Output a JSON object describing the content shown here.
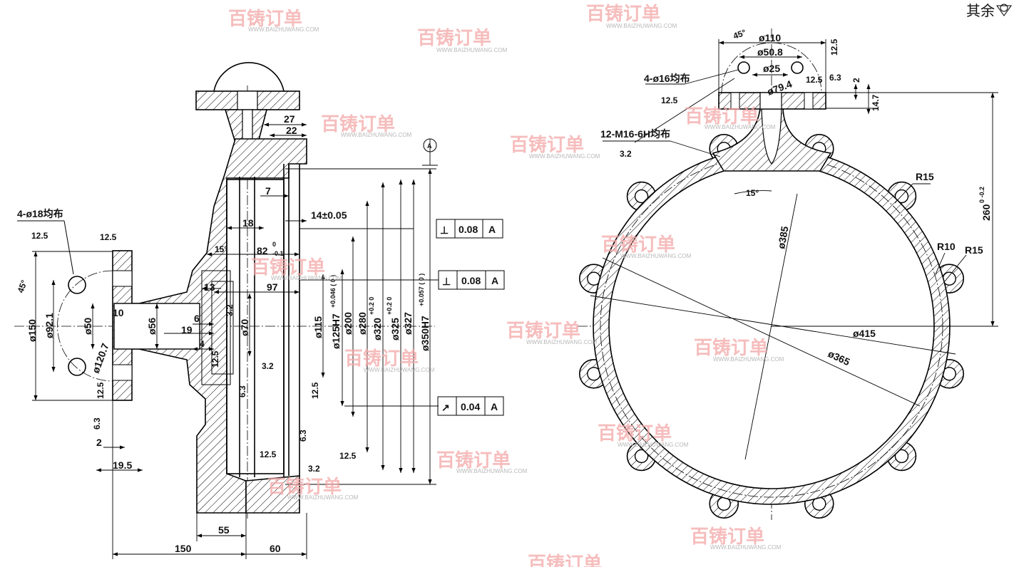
{
  "title_note": "其余",
  "watermark": {
    "brand": "百铸订单",
    "url": "WWW.BAIZHUWANG.COM"
  },
  "datum": "A",
  "section_view": {
    "hole_note": "4-ø18均布",
    "roughness_hole": "12.5",
    "roughness_flange_top": "12.5",
    "roughness_flange_bottom": "12.5",
    "roughness_face": "6.3",
    "angle_45": "45°",
    "d150": "ø150",
    "d92_1": "ø92.1",
    "d50": "ø50",
    "d56": "ø56",
    "d120_7": "ø120.7",
    "dim_10": "10",
    "dim_2": "2",
    "dim_19_5": "19.5",
    "dim_27": "27",
    "dim_22": "22",
    "dim_7": "7",
    "dim_14": "14±0.05",
    "dim_18": "18",
    "dim_15deg": "15°",
    "dim_82": "82",
    "dim_82_tol_upper": "0",
    "dim_82_tol_lower": "-0.1",
    "dim_13": "13",
    "dim_97": "97",
    "dim_6": "6",
    "dim_19": "19",
    "dim_4": "4",
    "d70": "ø70",
    "d115": "ø115",
    "d125": "ø125H7",
    "d125_tol": "+0.046 ( 0 )",
    "d200": "ø200",
    "d280": "ø280",
    "d320": "ø320",
    "d320_tol": "+0.2 0",
    "d325": "ø325",
    "d325_tol": "+0.2 0",
    "d327": "ø327",
    "d350": "ø350H7",
    "d350_tol": "+0.057 ( 0 )",
    "rough_3_2_a": "3.2",
    "rough_3_2_b": "3.2",
    "rough_3_2_c": "3.2",
    "rough_12_5_a": "12.5",
    "rough_12_5_b": "12.5",
    "rough_12_5_c": "12.5",
    "rough_12_5_d": "12.5",
    "rough_6_3_a": "6.3",
    "rough_6_3_b": "6.3",
    "dim_55": "55",
    "dim_150": "150",
    "dim_60": "60",
    "gdt": [
      {
        "symbol": "⊥",
        "tolerance": "0.08",
        "datum": "A"
      },
      {
        "symbol": "⊥",
        "tolerance": "0.08",
        "datum": "A"
      },
      {
        "symbol": "↗",
        "tolerance": "0.04",
        "datum": "A"
      }
    ]
  },
  "front_view": {
    "angle_45": "45°",
    "d110": "ø110",
    "d50_8": "ø50.8",
    "d25": "ø25",
    "d79_4": "ø79.4",
    "hole_note": "4-ø16均布",
    "roughness_hole": "12.5",
    "roughness_top": "12.5",
    "roughness_flange": "12.5",
    "roughness_face": "6.3",
    "dim_2": "2",
    "dim_14_7": "14.7",
    "thread_note": "12-M16-6H均布",
    "roughness_thread": "3.2",
    "angle_15": "15°",
    "r15_a": "R15",
    "r10": "R10",
    "r15_b": "R15",
    "d385": "ø385",
    "d415": "ø415",
    "d365": "ø365",
    "dim_260": "260",
    "dim_260_tol": "0 -0.2"
  }
}
